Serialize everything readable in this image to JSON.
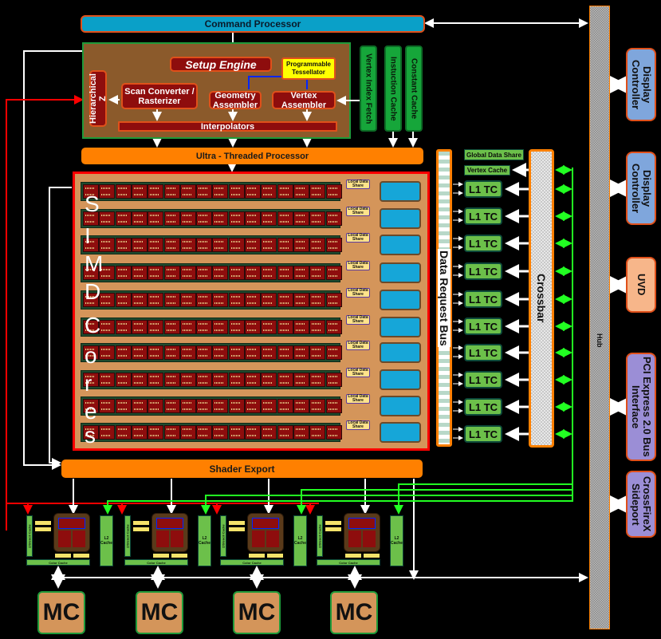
{
  "front_end": {
    "command_processor": "Command Processor",
    "setup_engine": "Setup Engine",
    "programmable_tessellator": "Programmable Tessellator",
    "hierarchical_z": "Hierarchical Z",
    "scan_converter": "Scan Converter / Rasterizer",
    "geometry_assembler": "Geometry Assembler",
    "vertex_assembler": "Vertex Assembler",
    "interpolators": "Interpolators",
    "vertex_index_fetch": "Vertex Index Fetch",
    "instruction_cache": "Instuction Cache",
    "constant_cache": "Constant Cache"
  },
  "ultra_threaded_processor": "Ultra - Threaded Processor",
  "simd": {
    "label_letters": [
      "S",
      "I",
      "M",
      "D",
      "C",
      "o",
      "r",
      "e",
      "s"
    ],
    "core_count": 10,
    "units_per_core": 16,
    "local_data_share": "Local Data Share"
  },
  "data_request_bus": "Data Request Bus",
  "global_data_share": "Global Data Share",
  "vertex_cache": "Vertex Cache",
  "l1_tc": [
    "L1 TC",
    "L1 TC",
    "L1 TC",
    "L1 TC",
    "L1 TC",
    "L1 TC",
    "L1 TC",
    "L1 TC",
    "L1 TC",
    "L1 TC"
  ],
  "crossbar": "Crossbar",
  "hub": "Hub",
  "shader_export": "Shader Export",
  "render_backends": [
    {
      "zs_cache": "Z/Stencil Cache",
      "color_cache": "Color Cache",
      "l2_cache": "L2 Cache"
    },
    {
      "zs_cache": "Z/Stencil Cache",
      "color_cache": "Color Cache",
      "l2_cache": "L2 Cache"
    },
    {
      "zs_cache": "Z/Stencil Cache",
      "color_cache": "Color Cache",
      "l2_cache": "L2 Cache"
    },
    {
      "zs_cache": "Z/Stencil Cache",
      "color_cache": "Color Cache",
      "l2_cache": "L2 Cache"
    }
  ],
  "memory_controllers": [
    "MC",
    "MC",
    "MC",
    "MC"
  ],
  "io_blocks": [
    {
      "label": "Display Controller",
      "color": "#7fa6dc"
    },
    {
      "label": "Display Controller",
      "color": "#7fa6dc"
    },
    {
      "label": "UVD",
      "color": "#f7b68a"
    },
    {
      "label": "PCI Express 2.0 Bus Interface",
      "color": "#9b8ed6"
    },
    {
      "label": "CrossFireX Sideport",
      "color": "#9b8ed6"
    }
  ]
}
